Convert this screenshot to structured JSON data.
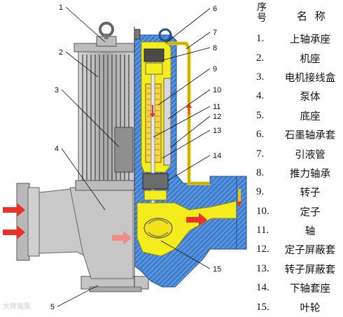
{
  "legend": {
    "col_num_header_chars": [
      "序",
      "号"
    ],
    "col_name_header": "名 称",
    "items": [
      {
        "num": "1.",
        "name": "上轴承座"
      },
      {
        "num": "2.",
        "name": "机座"
      },
      {
        "num": "3.",
        "name": "电机接线盒"
      },
      {
        "num": "4.",
        "name": "泵体"
      },
      {
        "num": "5.",
        "name": "底座"
      },
      {
        "num": "6.",
        "name": "石墨轴承套"
      },
      {
        "num": "7.",
        "name": "引液管"
      },
      {
        "num": "8.",
        "name": "推力轴承"
      },
      {
        "num": "9.",
        "name": "转子"
      },
      {
        "num": "10.",
        "name": "定子"
      },
      {
        "num": "11.",
        "name": "轴"
      },
      {
        "num": "12.",
        "name": "定子屏蔽套"
      },
      {
        "num": "13.",
        "name": "转子屏蔽套"
      },
      {
        "num": "14.",
        "name": "下轴套座"
      },
      {
        "num": "15.",
        "name": "叶轮"
      }
    ]
  },
  "callouts": [
    "1",
    "2",
    "3",
    "4",
    "5",
    "6",
    "7",
    "8",
    "9",
    "10",
    "11",
    "12",
    "13",
    "14",
    "15"
  ],
  "watermark": "大师说泵",
  "colors": {
    "motor_gray": "#b9b9b9",
    "fin_dark": "#6e6e6e",
    "cutaway_blue": "#3f7fd0",
    "fluid_yellow": "#f5ec1e",
    "flow_arrow_red": "#e8322a",
    "flow_arrow_pink": "#f08c8c"
  }
}
